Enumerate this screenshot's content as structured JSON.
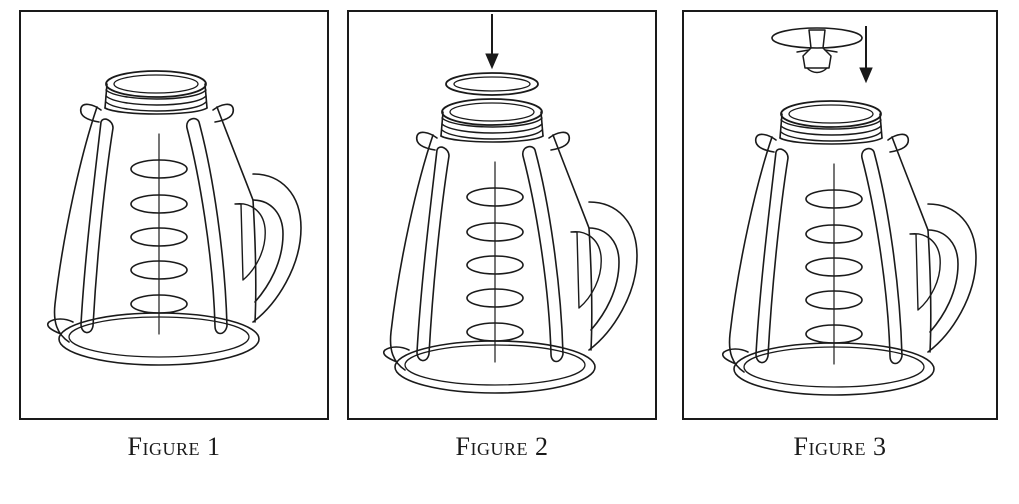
{
  "figures": [
    {
      "caption": "Figure 1",
      "ring": false,
      "blade": false,
      "arrow": false
    },
    {
      "caption": "Figure 2",
      "ring": true,
      "blade": false,
      "arrow": true
    },
    {
      "caption": "Figure 3",
      "ring": false,
      "blade": true,
      "arrow": true
    }
  ],
  "colors": {
    "line": "#1a1a1a",
    "background": "#ffffff"
  }
}
